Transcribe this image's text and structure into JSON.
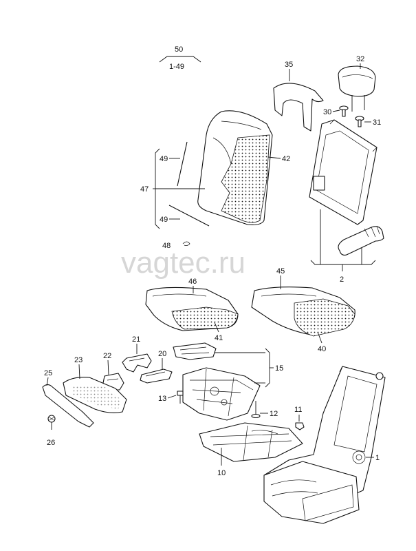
{
  "watermark": "vagtec.ru",
  "assembly": {
    "number": "50",
    "range": "1-49"
  },
  "callouts": {
    "c1": "1",
    "c2": "2",
    "c10": "10",
    "c11": "11",
    "c12": "12",
    "c13": "13",
    "c15": "15",
    "c20": "20",
    "c21": "21",
    "c22": "22",
    "c23": "23",
    "c25": "25",
    "c26": "26",
    "c30": "30",
    "c31": "31",
    "c32": "32",
    "c35": "35",
    "c40": "40",
    "c41": "41",
    "c42": "42",
    "c45": "45",
    "c46": "46",
    "c47": "47",
    "c48": "48",
    "c49a": "49",
    "c49b": "49"
  },
  "colors": {
    "line": "#111111",
    "watermark": "#c9c9c9",
    "background": "#ffffff"
  }
}
